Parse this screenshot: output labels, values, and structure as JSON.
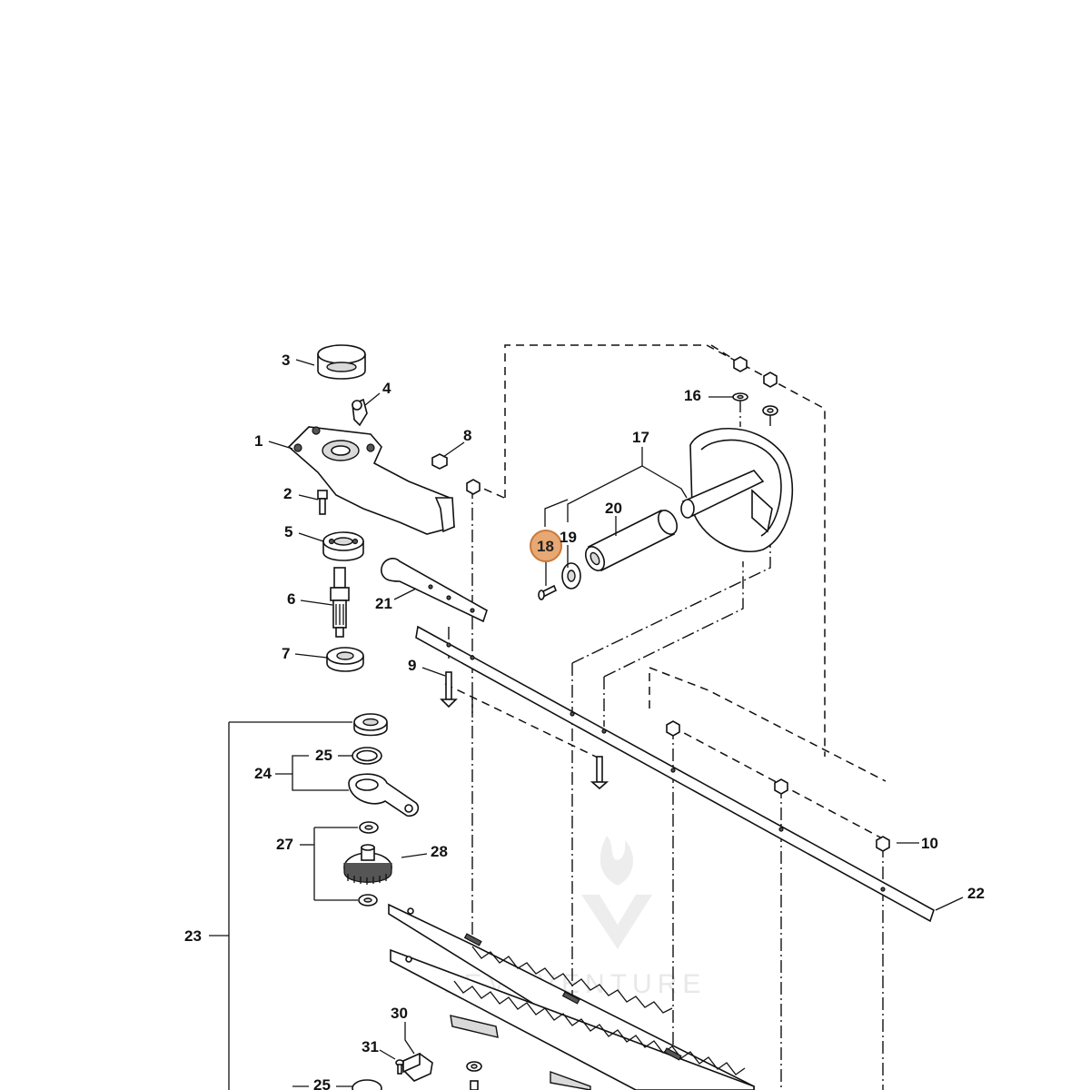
{
  "diagram": {
    "highlighted_part": "18",
    "highlight_color": "#e8a873",
    "highlight_stroke": "#c9793a",
    "watermark_text": "LEVOVENTURE",
    "callouts": {
      "p1": "1",
      "p2": "2",
      "p3": "3",
      "p4": "4",
      "p5": "5",
      "p6": "6",
      "p7": "7",
      "p8": "8",
      "p9": "9",
      "p10": "10",
      "p16": "16",
      "p17": "17",
      "p18": "18",
      "p19": "19",
      "p20": "20",
      "p21": "21",
      "p22": "22",
      "p23": "23",
      "p24": "24",
      "p25a": "25",
      "p25b": "25",
      "p27": "27",
      "p28": "28",
      "p30": "30",
      "p31": "31"
    }
  }
}
